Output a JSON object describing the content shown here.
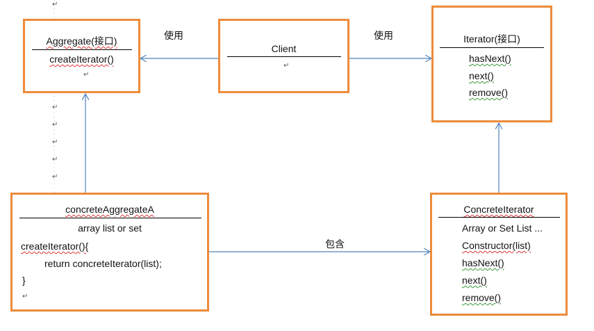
{
  "aggregate": {
    "title": "Aggregate(接口)",
    "methods": [
      "createIterator()"
    ]
  },
  "client": {
    "title": "Client"
  },
  "iterator": {
    "title": "Iterator(接口)",
    "methods": [
      "hasNext()",
      "next()",
      "remove()"
    ]
  },
  "concrete_aggregate": {
    "title": "concreteAggregateA",
    "field": "array list or set",
    "code": [
      "createIterator(){",
      "return    concreteIterator(list);",
      "}"
    ]
  },
  "concrete_iterator": {
    "title": "ConcreteIterator",
    "members": [
      "Array or Set List ...",
      "Constructor(list)",
      "hasNext()",
      "next()",
      "remove()"
    ]
  },
  "edges": {
    "client_to_aggregate": "使用",
    "client_to_iterator": "使用",
    "aggregate_contains_iterator": "包含"
  },
  "colors": {
    "box_border": "#ED8B3A",
    "arrow": "#4F81BD"
  }
}
